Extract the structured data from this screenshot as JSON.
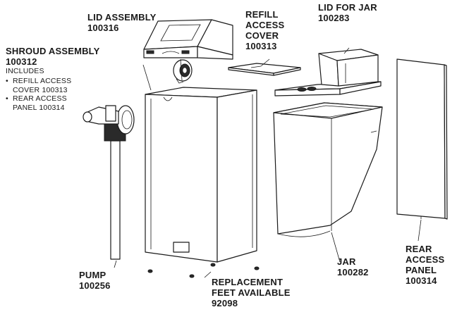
{
  "labels": {
    "lid_assembly": {
      "name": "LID ASSEMBLY",
      "number": "100316"
    },
    "refill_access_cover": {
      "line1": "REFILL",
      "line2": "ACCESS",
      "line3": "COVER",
      "number": "100313"
    },
    "lid_for_jar": {
      "name": "LID FOR JAR",
      "number": "100283"
    },
    "shroud_assembly": {
      "name": "SHROUD ASSEMBLY",
      "number": "100312",
      "includes": "INCLUDES",
      "items": [
        {
          "line1": "REFILL ACCESS",
          "line2": "COVER 100313"
        },
        {
          "line1": "REAR ACCESS",
          "line2": "PANEL 100314"
        }
      ]
    },
    "pump": {
      "name": "PUMP",
      "number": "100256"
    },
    "replacement_feet": {
      "line1": "REPLACEMENT",
      "line2": "FEET AVAILABLE",
      "number": "92098"
    },
    "jar": {
      "name": "JAR",
      "number": "100282"
    },
    "rear_access_panel": {
      "line1": "REAR",
      "line2": "ACCESS",
      "line3": "PANEL",
      "number": "100314"
    }
  },
  "colors": {
    "line": "#1a1a1a",
    "part_fill": "#ffffff",
    "dark_part": "#2a2a2a"
  }
}
